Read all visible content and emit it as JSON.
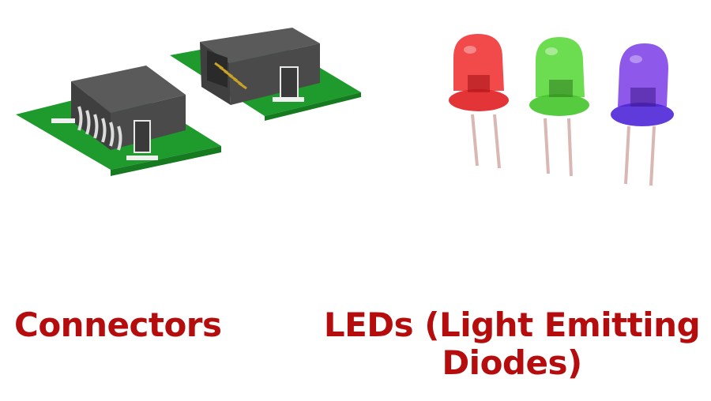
{
  "items": [
    {
      "id": "connectors",
      "label": "Connectors",
      "image": "connector-pcb-illustration",
      "colors": {
        "pcb": "#1f9a2c",
        "housing": "#4a4a4a",
        "pins": "#c9a227",
        "pads": "#f0f0f0"
      }
    },
    {
      "id": "leds",
      "label_line1": "LEDs (Light Emitting",
      "label_line2": "Diodes)",
      "image": "three-leds-illustration",
      "leds": [
        {
          "color_name": "red",
          "color": "#f0292b"
        },
        {
          "color_name": "green",
          "color": "#52d632"
        },
        {
          "color_name": "purple",
          "color": "#6a2fe0"
        }
      ]
    }
  ],
  "caption_color": "#b50d0d"
}
